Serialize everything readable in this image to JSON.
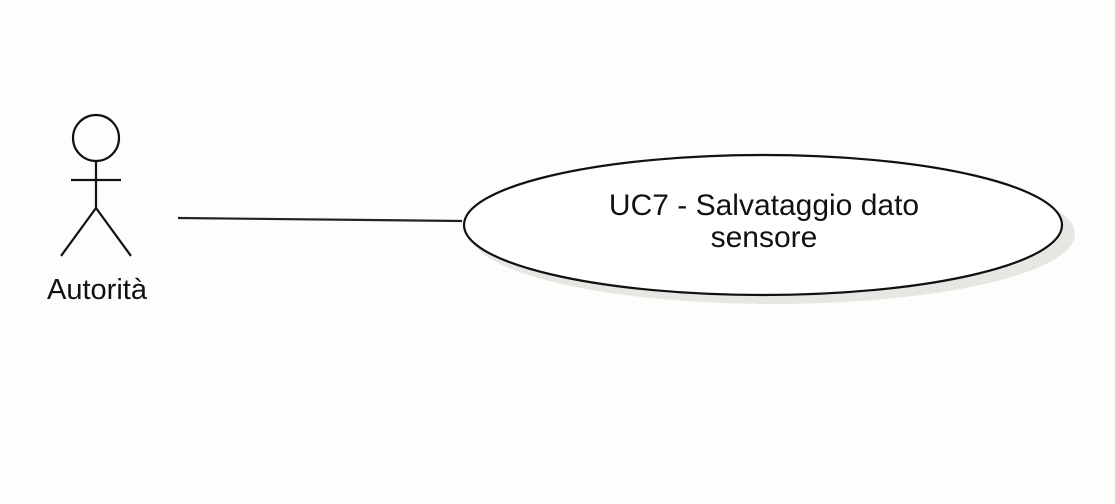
{
  "actor": {
    "label": "Autorità"
  },
  "use_case": {
    "line1": "UC7 - Salvataggio dato",
    "line2": "sensore"
  },
  "colors": {
    "stroke": "#111111",
    "ellipse_fill": "#ffffff",
    "shadow": "#d9d9d4",
    "background": "#fdfdfb"
  }
}
